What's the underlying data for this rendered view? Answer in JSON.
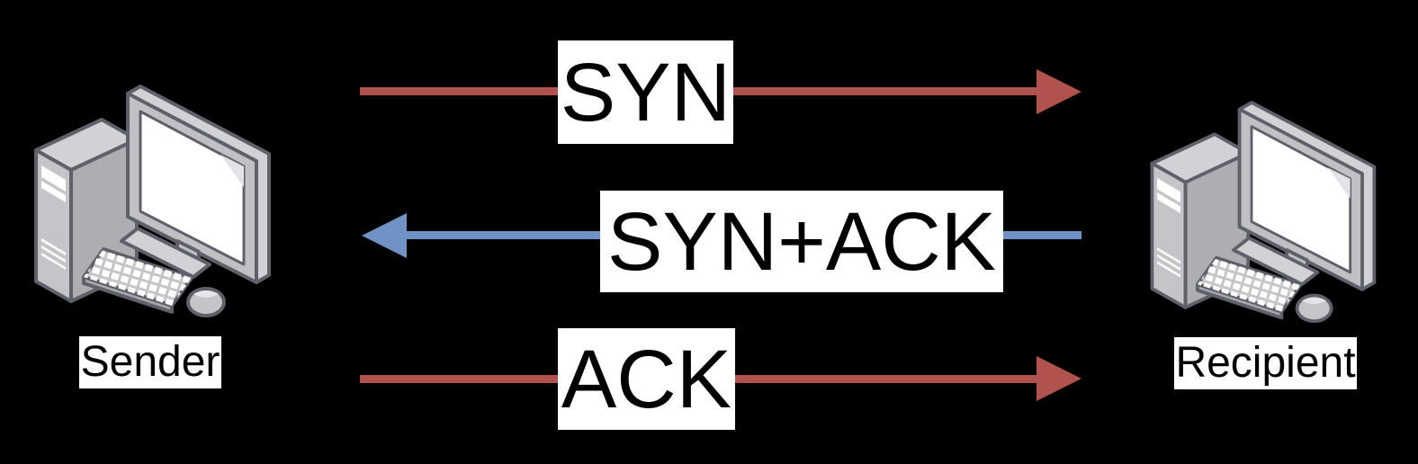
{
  "nodes": {
    "sender": {
      "label": "Sender",
      "icon": "desktop-computer"
    },
    "recipient": {
      "label": "Recipient",
      "icon": "desktop-computer"
    }
  },
  "messages": [
    {
      "id": "syn",
      "label": "SYN",
      "direction": "right",
      "from": "Sender",
      "to": "Recipient",
      "color": "#b2524e"
    },
    {
      "id": "syn-ack",
      "label": "SYN+ACK",
      "direction": "left",
      "from": "Recipient",
      "to": "Sender",
      "color": "#7092c4"
    },
    {
      "id": "ack",
      "label": "ACK",
      "direction": "right",
      "from": "Sender",
      "to": "Recipient",
      "color": "#b2524e"
    }
  ],
  "colors": {
    "arrow_forward": "#b2524e",
    "arrow_backward": "#7092c4",
    "label_background": "#ffffff",
    "label_text": "#000000",
    "background": "#000000"
  }
}
